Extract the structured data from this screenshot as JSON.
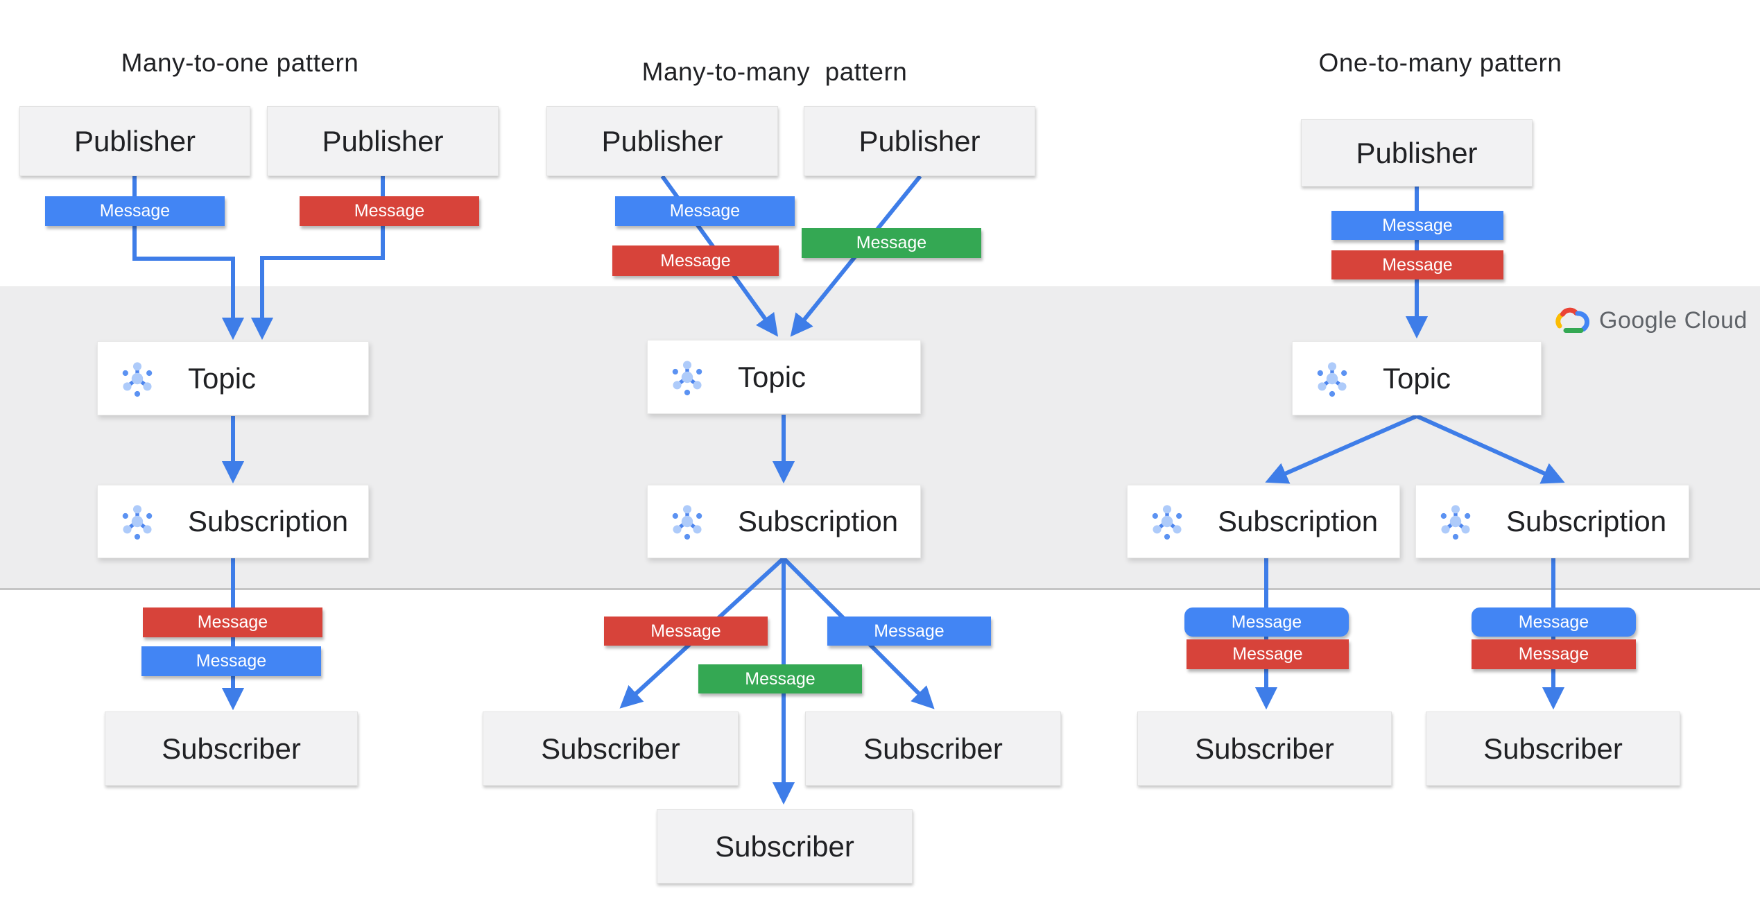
{
  "diagram": {
    "titles": {
      "many_to_one": "Many-to-one pattern",
      "many_to_many": "Many-to-many  pattern",
      "one_to_many": "One-to-many pattern"
    },
    "labels": {
      "publisher": "Publisher",
      "topic": "Topic",
      "subscription": "Subscription",
      "subscriber": "Subscriber",
      "message": "Message"
    },
    "logo": {
      "text": "Google Cloud"
    },
    "icons": {
      "pubsub_node_icon": "pubsub-cluster-icon",
      "google_cloud_icon": "google-cloud-logo-icon"
    },
    "colors": {
      "message_blue": "#4285f4",
      "message_red": "#d7433a",
      "message_green": "#34a853",
      "arrow_blue": "#3e7de8",
      "band_background": "#ededee",
      "node_background": "#f2f2f3",
      "white_box_background": "#ffffff",
      "logo_text_gray": "#5f6368",
      "text_dark": "#202124"
    }
  }
}
